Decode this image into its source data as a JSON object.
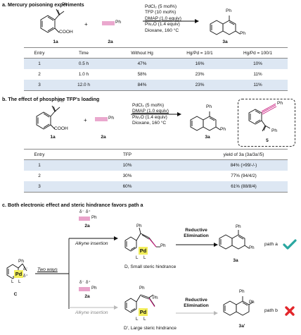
{
  "section_a": {
    "title": "a. Mercury poisoning experiments",
    "conditions": [
      "PdCl₂ (5 mol%)",
      "TFP (10 mol%)",
      "DMAP (1.0 equiv)",
      "Piv₂O (1.4 equiv)",
      "Dioxane, 160 °C"
    ],
    "reactant1": "1a",
    "reactant2": "2a",
    "product": "3a",
    "plus": "+",
    "ph": "Ph",
    "cooh": "COOH",
    "table": {
      "headers": [
        "Entry",
        "Time",
        "Without Hg",
        "Hg/Pd = 10/1",
        "Hg/Pd = 100/1"
      ],
      "rows": [
        [
          "1",
          "0.5 h",
          "47%",
          "16%",
          "10%"
        ],
        [
          "2",
          "1.0 h",
          "58%",
          "23%",
          "11%"
        ],
        [
          "3",
          "12.0 h",
          "84%",
          "23%",
          "11%"
        ]
      ]
    }
  },
  "section_b": {
    "title": "b. The effect of phosphine TFP's loading",
    "conditions": [
      "PdCl₂ (5 mol%)",
      "DMAP (1.0 equiv)",
      "Piv₂O (1.4 equiv)",
      "Dioxane, 160 °C"
    ],
    "reactant1": "1a",
    "reactant2": "2a",
    "product": "3a",
    "byproduct": "5",
    "plus": "+",
    "ph": "Ph",
    "cooh": "COOH",
    "table": {
      "headers": [
        "Entry",
        "TFP",
        "yield of 3a (3a/3a'/5)"
      ],
      "rows": [
        [
          "1",
          "10%",
          "84% (>99/-/-)"
        ],
        [
          "2",
          "30%",
          "77% (94/4/2)"
        ],
        [
          "3",
          "60%",
          "61% (88/8/4)"
        ]
      ]
    }
  },
  "section_c": {
    "title": "c. Both electronic effect and steric hindrance favors path a",
    "two_ways": "Two ways",
    "start_label": "C",
    "reagent": "2a",
    "alkyne_insertion": "Alkyne insertion",
    "reductive_elimination": "Reductive Elimination",
    "intermediate_d": "D, Small steric hindrance",
    "intermediate_d_prime": "D', Large steric hindrance",
    "product_a": "3a",
    "product_b": "3a'",
    "path_a": "path a",
    "path_b": "path b",
    "pd": "Pd",
    "ph": "Ph",
    "l": "L",
    "delta_minus": "δ⁻",
    "delta_plus": "δ⁺",
    "colors": {
      "check": "#2aa7a0",
      "cross": "#e3262b",
      "alkyne": "#c8187c",
      "pd_box": "#f2ee5c",
      "gray_arrow": "#b9b9b9"
    }
  }
}
